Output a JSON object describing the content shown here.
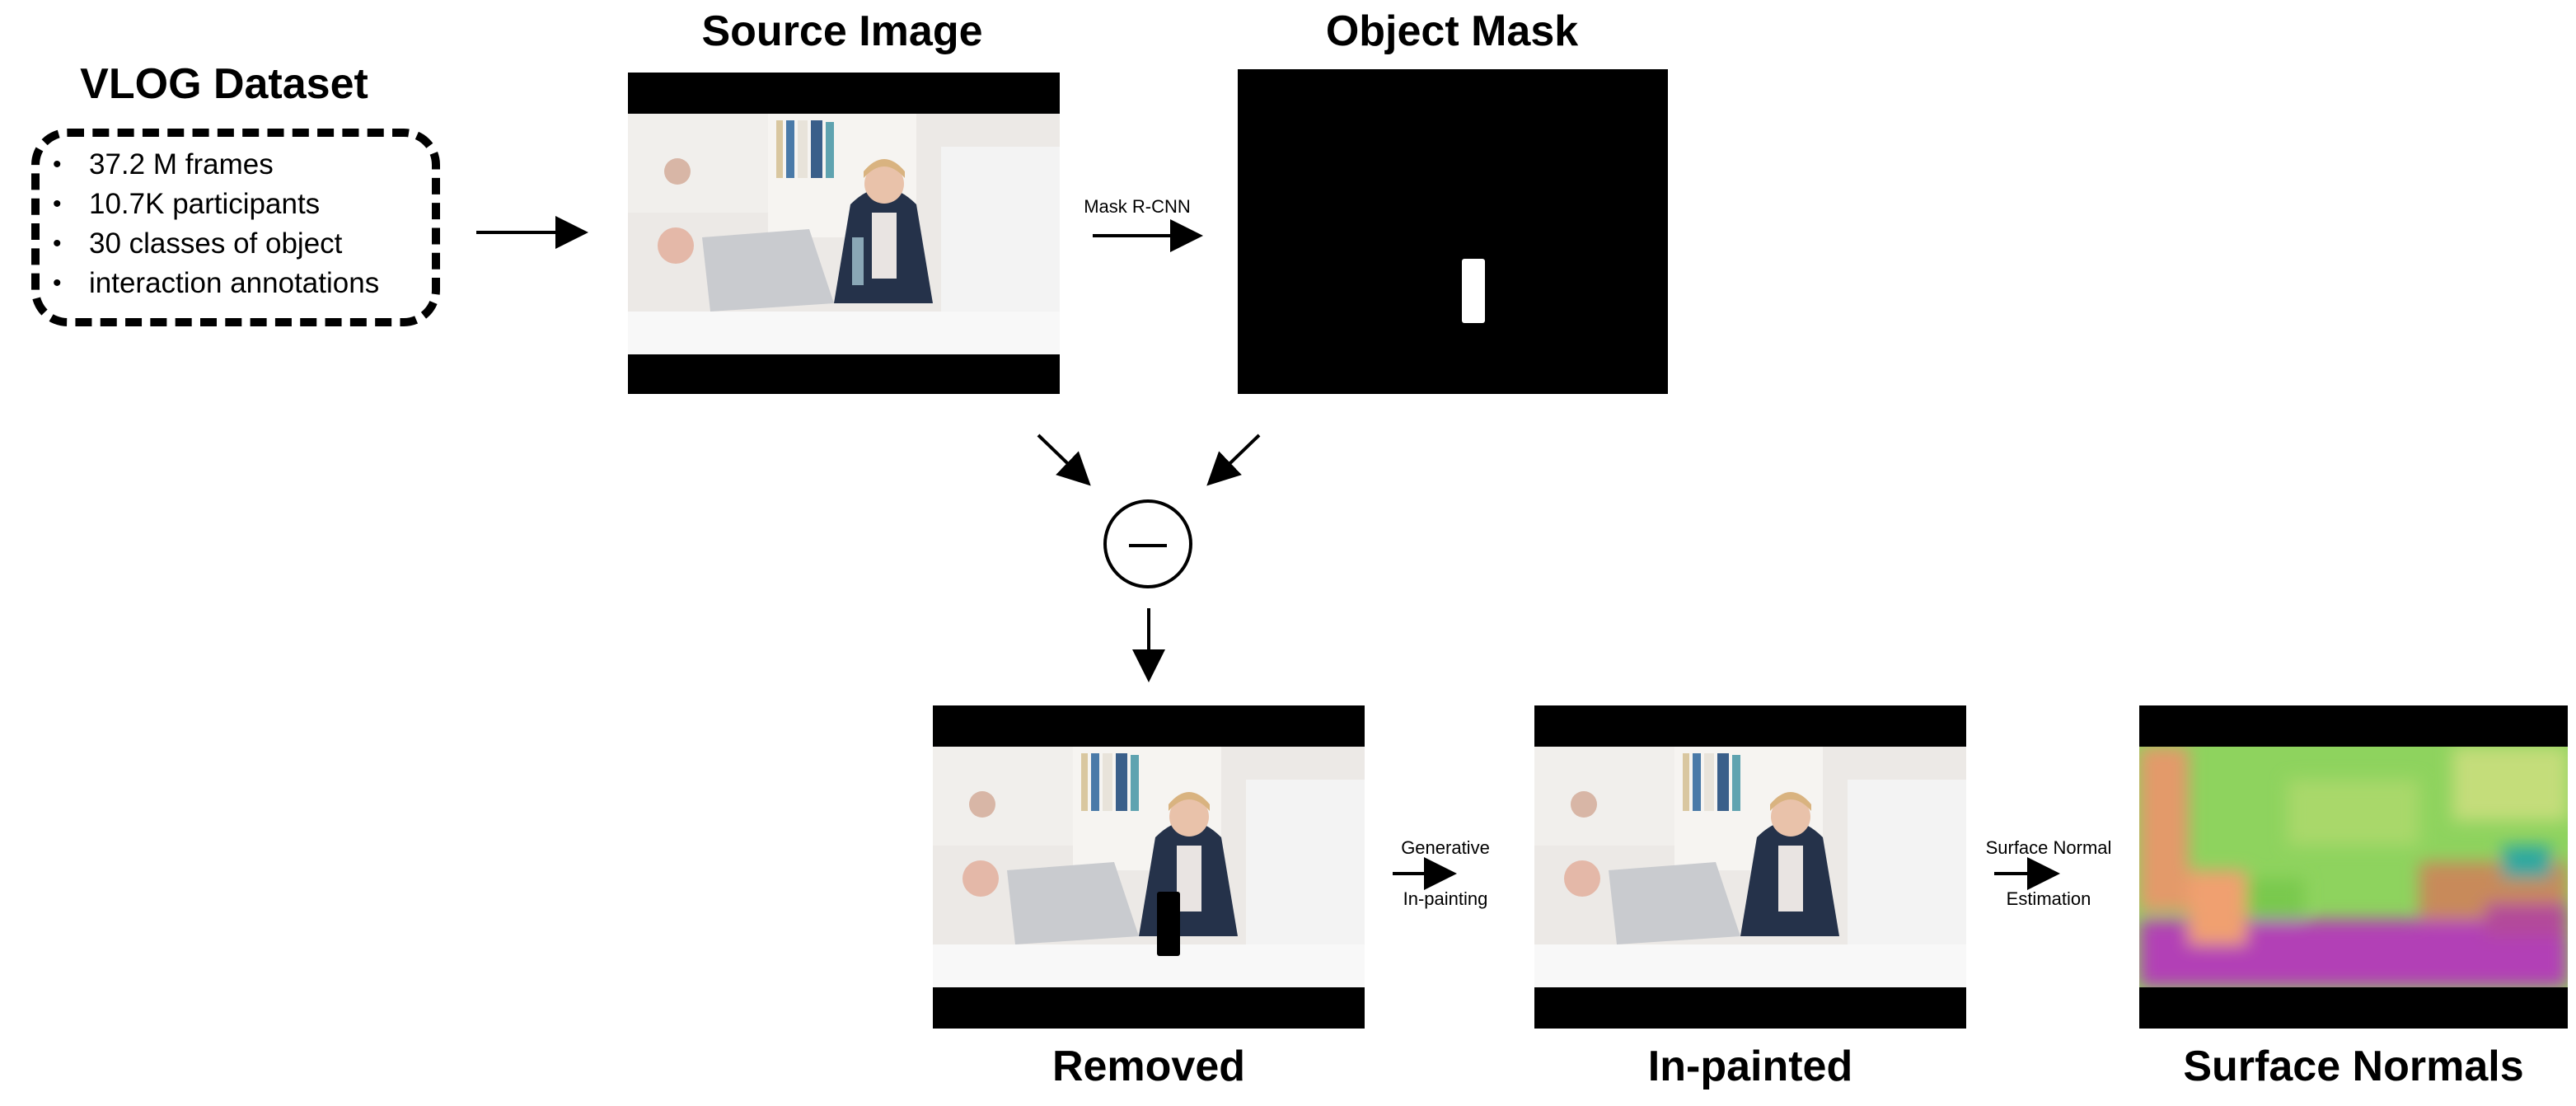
{
  "dataset": {
    "title": "VLOG Dataset",
    "stats": [
      "37.2 M frames",
      "10.7K participants",
      "30 classes of object",
      "interaction annotations"
    ]
  },
  "panels": {
    "source": "Source Image",
    "mask": "Object Mask",
    "removed": "Removed",
    "inpainted": "In-painted",
    "normals": "Surface Normals"
  },
  "steps": {
    "mask_rcnn": "Mask R-CNN",
    "generative_line1": "Generative",
    "generative_line2": "In-painting",
    "normal_line1": "Surface Normal",
    "normal_line2": "Estimation"
  },
  "operator": "minus-operator",
  "colors": {
    "mask_bg": "#000000",
    "mask_fg": "#ffffff",
    "normals_a": "#7fd65a",
    "normals_b": "#b03fb8"
  }
}
